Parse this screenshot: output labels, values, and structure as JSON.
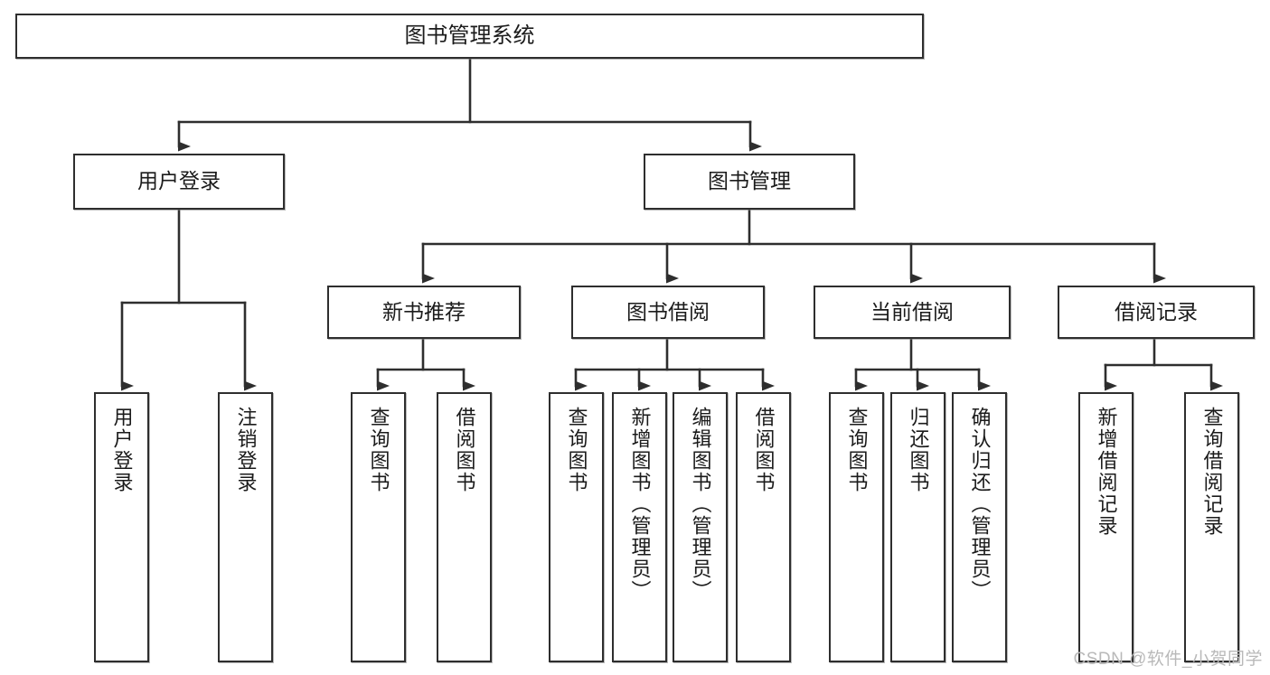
{
  "diagram": {
    "title": "图书管理系统",
    "type": "tree-hierarchy",
    "watermark": "CSDN @软件_小贺同学",
    "colors": {
      "stroke": "#2e2e2e",
      "fill": "#ffffff",
      "text": "#1b1b1b",
      "watermark": "#b9b9b9"
    },
    "levels": {
      "root_label": "图书管理系统",
      "level2": [
        {
          "label": "用户登录"
        },
        {
          "label": "图书管理"
        }
      ],
      "level3": [
        {
          "label": "新书推荐"
        },
        {
          "label": "图书借阅"
        },
        {
          "label": "当前借阅"
        },
        {
          "label": "借阅记录"
        }
      ]
    },
    "nodes": {
      "root": "图书管理系统",
      "user_login": "用户登录",
      "book_manage": "图书管理",
      "new_book_recommend": "新书推荐",
      "book_borrow": "图书借阅",
      "current_borrow": "当前借阅",
      "borrow_record": "借阅记录",
      "leaf_user_login": "用户登录",
      "leaf_logout": "注销登录",
      "leaf_query_book_1": "查询图书",
      "leaf_borrow_book_1": "借阅图书",
      "leaf_query_book_2": "查询图书",
      "leaf_add_book_admin": "新增图书（管理员）",
      "leaf_edit_book_admin": "编辑图书（管理员）",
      "leaf_borrow_book_2": "借阅图书",
      "leaf_query_book_3": "查询图书",
      "leaf_return_book": "归还图书",
      "leaf_confirm_return_admin": "确认归还（管理员）",
      "leaf_add_borrow_record": "新增借阅记录",
      "leaf_query_borrow_record": "查询借阅记录"
    }
  }
}
